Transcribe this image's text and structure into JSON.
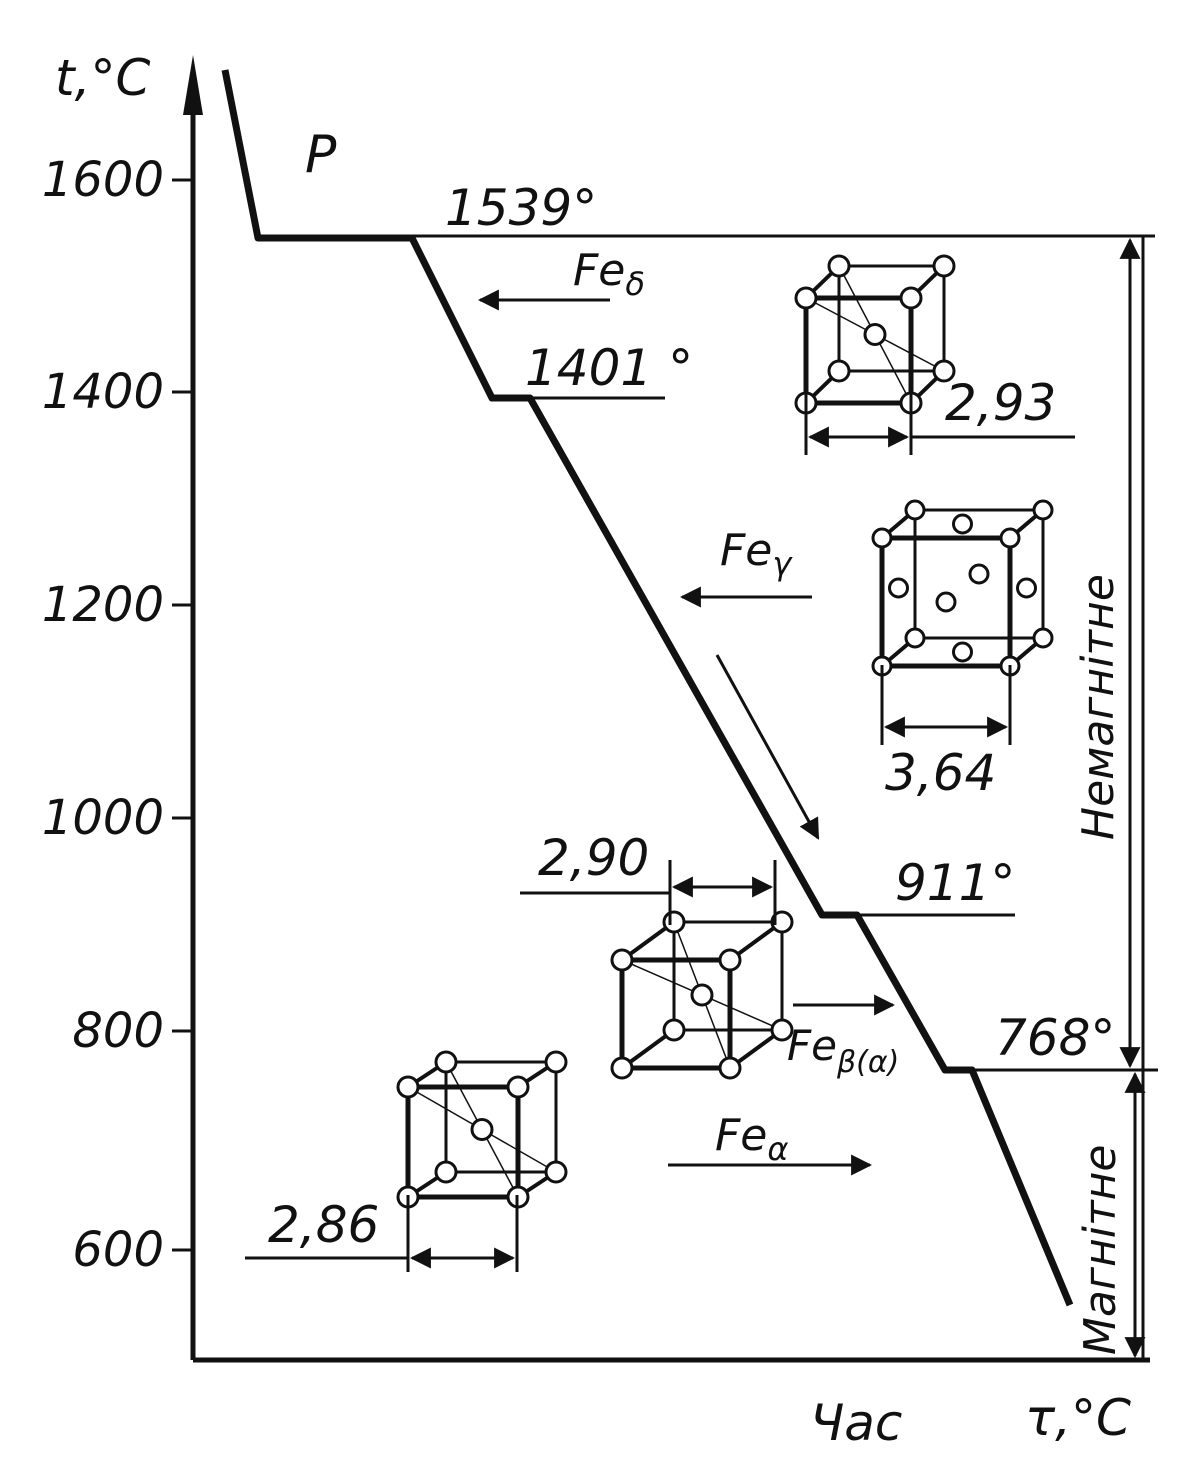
{
  "axes": {
    "y_label": "t,°C",
    "x_label": "Час",
    "x_right_label": "τ,°C",
    "y_ticks": [
      "1600",
      "1400",
      "1200",
      "1000",
      "800",
      "600"
    ]
  },
  "labels": {
    "liquid_phase": "P",
    "t_1539": "1539°",
    "t_1401": "1401 °",
    "t_911": "911°",
    "t_768": "768°",
    "fe_delta": "Fe",
    "fe_delta_sub": "δ",
    "fe_gamma": "Fe",
    "fe_gamma_sub": "γ",
    "fe_beta": "Fe",
    "fe_beta_sub": "β(α)",
    "fe_alpha": "Fe",
    "fe_alpha_sub": "α",
    "lattice_delta": "2,93",
    "lattice_gamma": "3,64",
    "lattice_beta": "2,90",
    "lattice_alpha": "2,86",
    "nonmagnetic": "Немагнітне",
    "magnetic": "Магнітне"
  },
  "chart_data": {
    "type": "line",
    "xlabel": "Час",
    "ylabel": "t,°C",
    "ylim": [
      520,
      1680
    ],
    "y_ticks": [
      600,
      800,
      1000,
      1200,
      1400,
      1600
    ],
    "series": [
      {
        "points": [
          [
            0.03,
            1680
          ],
          [
            0.07,
            1539
          ],
          [
            0.23,
            1539
          ],
          [
            0.31,
            1390
          ],
          [
            0.35,
            1390
          ],
          [
            0.66,
            911
          ],
          [
            0.7,
            911
          ],
          [
            0.79,
            768
          ],
          [
            0.82,
            768
          ],
          [
            0.92,
            532
          ]
        ]
      }
    ],
    "annotations": [
      "1539°",
      "1401 °",
      "911°",
      "768°"
    ]
  },
  "colors": {
    "ink": "#111111",
    "background": "#ffffff"
  }
}
